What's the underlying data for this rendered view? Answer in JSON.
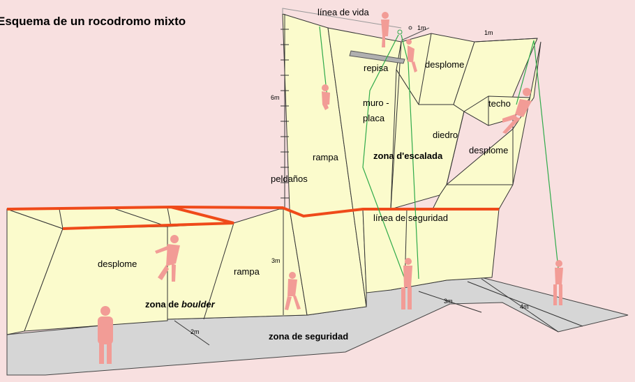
{
  "title": "Esquema de un rocodromo mixto",
  "labels": {
    "linea_de_vida": "línea de vida",
    "one_m_a": "1m",
    "one_m_b": "1m",
    "repisa": "repisa",
    "desplome_top": "desplome",
    "six_m": "6m",
    "muro": "muro -",
    "placa": "placa",
    "techo": "techo",
    "diedro": "diedro",
    "desplome_right": "desplome",
    "rampa_high": "rampa",
    "zona_escalada": "zona d'escalada",
    "peldanos": "peldaños",
    "linea_seguridad": "línea de seguridad",
    "three_m_wall": "3m",
    "desplome_left": "desplome",
    "rampa_low": "rampa",
    "zona_de": "zona de",
    "boulder": "boulder",
    "three_m_floor": "3m",
    "four_m": "4m",
    "two_m": "2m",
    "zona_seguridad": "zona de seguridad"
  },
  "colors": {
    "background": "#f8e0e0",
    "wall": "#fbfbcc",
    "floor": "#d6d6d6",
    "rope": "#2faa4a",
    "safety_line": "#ef4a1a",
    "person": "#f29c96"
  }
}
